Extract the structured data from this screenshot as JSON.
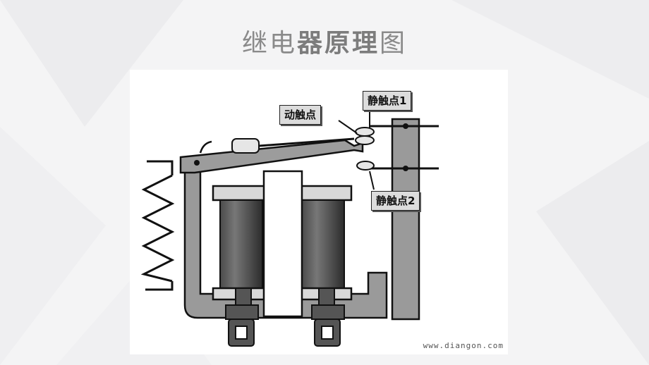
{
  "slide": {
    "title_part1": "继电",
    "title_part2": "器原理",
    "title_part3": "图"
  },
  "diagram": {
    "labels": {
      "moving_contact": "动触点",
      "static_contact_1": "静触点1",
      "static_contact_2": "静触点2"
    },
    "watermark": "www.diangon.com"
  }
}
